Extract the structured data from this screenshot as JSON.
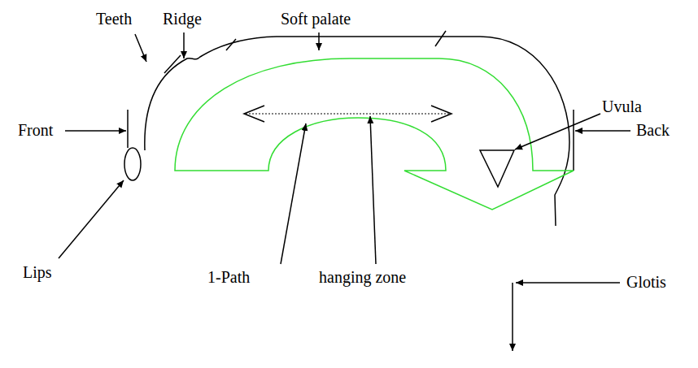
{
  "diagram": {
    "labels": [
      "Teeth",
      "Ridge",
      "Soft palate",
      "Uvula",
      "Front",
      "Back",
      "Lips",
      "1-Path",
      "hanging zone",
      "Glotis"
    ]
  }
}
